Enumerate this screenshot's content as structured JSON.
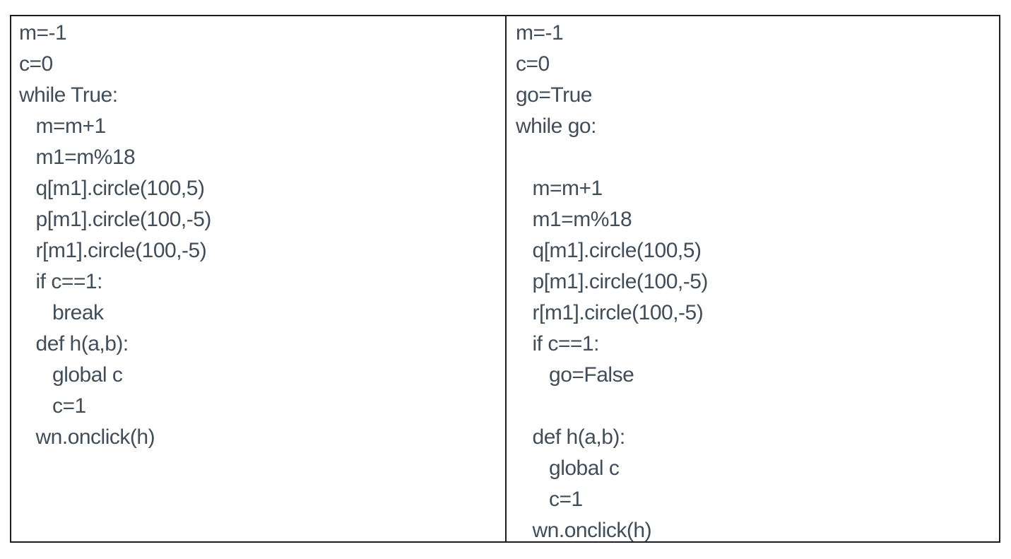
{
  "table": {
    "text_color": "#414e5a",
    "border_color": "#1d1d1d",
    "background_color": "#ffffff",
    "columns": [
      {
        "name": "left-code-snippet",
        "lines": [
          "m=-1",
          "c=0",
          "while True:",
          "   m=m+1",
          "   m1=m%18",
          "   q[m1].circle(100,5)",
          "   p[m1].circle(100,-5)",
          "   r[m1].circle(100,-5)",
          "   if c==1:",
          "      break",
          "   def h(a,b):",
          "      global c",
          "      c=1",
          "   wn.onclick(h)"
        ]
      },
      {
        "name": "right-code-snippet",
        "lines": [
          "m=-1",
          "c=0",
          "go=True",
          "while go:",
          "",
          "   m=m+1",
          "   m1=m%18",
          "   q[m1].circle(100,5)",
          "   p[m1].circle(100,-5)",
          "   r[m1].circle(100,-5)",
          "   if c==1:",
          "      go=False",
          "",
          "   def h(a,b):",
          "      global c",
          "      c=1",
          "   wn.onclick(h)"
        ]
      }
    ]
  }
}
